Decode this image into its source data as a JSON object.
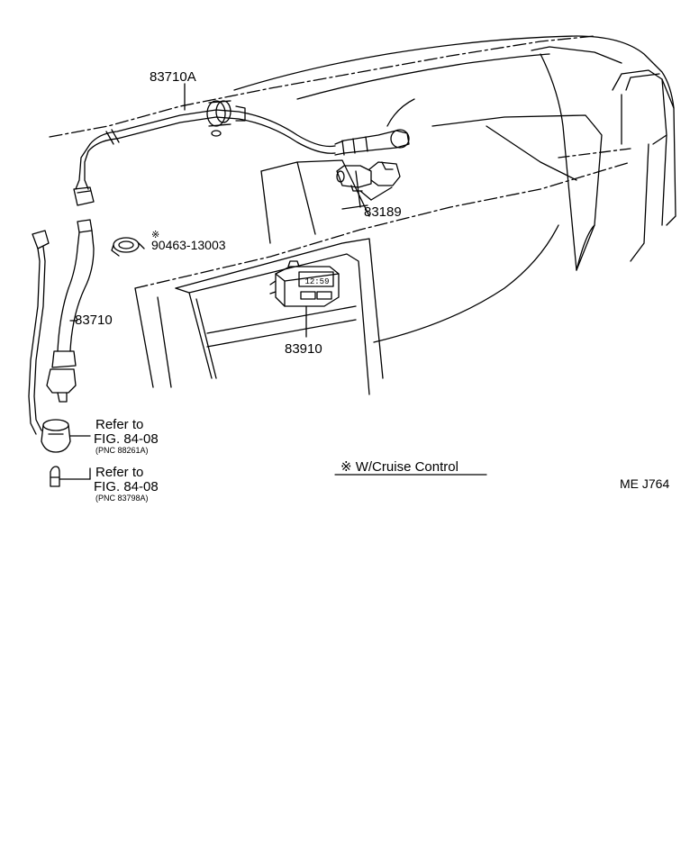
{
  "parts": {
    "p83710A": "83710A",
    "p83189": "83189",
    "p90463_mark": "※",
    "p90463": "90463-13003",
    "p83710": "83710",
    "p83910": "83910"
  },
  "refs": [
    {
      "line1": "Refer to",
      "line2": "FIG. 84-08",
      "line3": "(PNC 88261A)"
    },
    {
      "line1": "Refer to",
      "line2": "FIG. 84-08",
      "line3": "(PNC 83798A)"
    }
  ],
  "note": "※ W/Cruise Control",
  "code": "ME J764",
  "clock_display": "12:59"
}
